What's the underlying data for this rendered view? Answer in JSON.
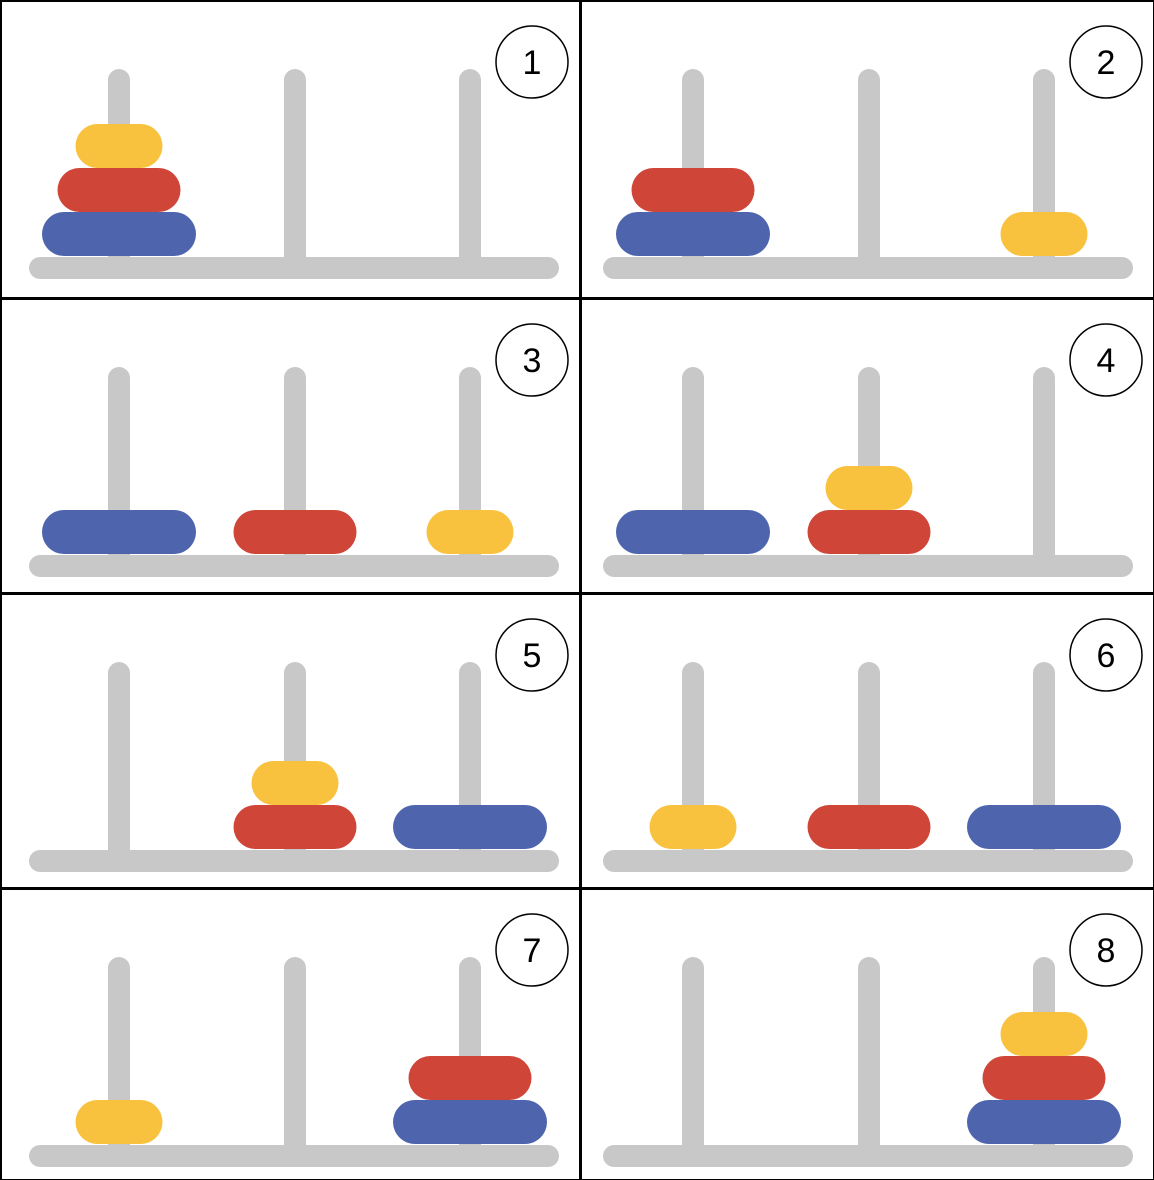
{
  "colors": {
    "peg": "#c8c8c8",
    "border": "#000000",
    "background": "#ffffff",
    "disk_large": "#4e65ad",
    "disk_medium": "#cf4639",
    "disk_small": "#f8c13e"
  },
  "disks": {
    "large": {
      "color_key": "disk_large"
    },
    "medium": {
      "color_key": "disk_medium"
    },
    "small": {
      "color_key": "disk_small"
    }
  },
  "steps": [
    {
      "label": "1",
      "pegs": [
        [
          "large",
          "medium",
          "small"
        ],
        [],
        []
      ]
    },
    {
      "label": "2",
      "pegs": [
        [
          "large",
          "medium"
        ],
        [],
        [
          "small"
        ]
      ]
    },
    {
      "label": "3",
      "pegs": [
        [
          "large"
        ],
        [
          "medium"
        ],
        [
          "small"
        ]
      ]
    },
    {
      "label": "4",
      "pegs": [
        [
          "large"
        ],
        [
          "medium",
          "small"
        ],
        []
      ]
    },
    {
      "label": "5",
      "pegs": [
        [],
        [
          "medium",
          "small"
        ],
        [
          "large"
        ]
      ]
    },
    {
      "label": "6",
      "pegs": [
        [
          "small"
        ],
        [
          "medium"
        ],
        [
          "large"
        ]
      ]
    },
    {
      "label": "7",
      "pegs": [
        [
          "small"
        ],
        [],
        [
          "large",
          "medium"
        ]
      ]
    },
    {
      "label": "8",
      "pegs": [
        [],
        [],
        [
          "large",
          "medium",
          "small"
        ]
      ]
    }
  ]
}
